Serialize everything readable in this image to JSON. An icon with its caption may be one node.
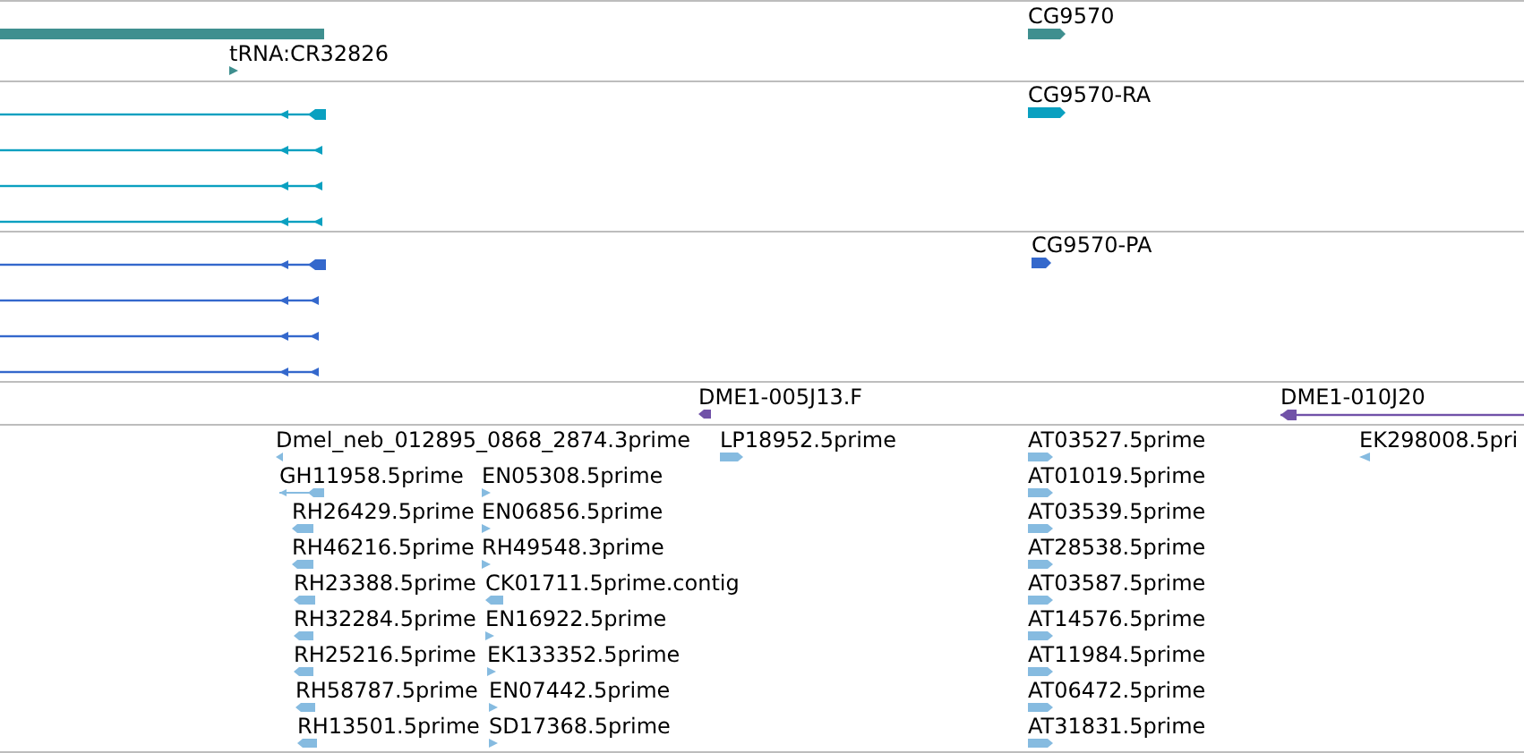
{
  "diagram": {
    "nodes": [
      {
        "text": [],
        "shape": "bar"
      },
      {
        "text": [
          "tRNA:CR32826"
        ]
      },
      {
        "text": [
          "CG9570"
        ]
      },
      {
        "text": [],
        "shape": "line"
      },
      {
        "text": [],
        "shape": "line"
      },
      {
        "text": [],
        "shape": "line"
      },
      {
        "text": [],
        "shape": "line"
      },
      {
        "text": [
          "CG9570-RA"
        ]
      },
      {
        "text": [],
        "shape": "line"
      },
      {
        "text": [],
        "shape": "line"
      },
      {
        "text": [],
        "shape": "line"
      },
      {
        "text": [],
        "shape": "line"
      },
      {
        "text": [
          "CG9570-PA"
        ]
      },
      {
        "text": [
          "DME1-005J13.F"
        ]
      },
      {
        "text": [
          "DME1-010J20"
        ]
      },
      {
        "text": [
          "Dmel_neb_012895_0868_2874.3prime"
        ]
      },
      {
        "text": [
          "LP18952.5prime"
        ]
      },
      {
        "text": [
          "AT03527.5prime"
        ]
      },
      {
        "text": [
          "EK298008.5pri"
        ]
      },
      {
        "text": [
          "GH11958.5prime"
        ]
      },
      {
        "text": [
          "EN05308.5prime"
        ]
      },
      {
        "text": [
          "AT01019.5prime"
        ]
      },
      {
        "text": [
          "RH26429.5prime"
        ]
      },
      {
        "text": [
          "EN06856.5prime"
        ]
      },
      {
        "text": [
          "AT03539.5prime"
        ]
      },
      {
        "text": [
          "RH46216.5prime"
        ]
      },
      {
        "text": [
          "RH49548.3prime"
        ]
      },
      {
        "text": [
          "AT28538.5prime"
        ]
      },
      {
        "text": [
          "RH23388.5prime"
        ]
      },
      {
        "text": [
          "CK01711.5prime.contig"
        ]
      },
      {
        "text": [
          "AT03587.5prime"
        ]
      },
      {
        "text": [
          "RH32284.5prime"
        ]
      },
      {
        "text": [
          "EN16922.5prime"
        ]
      },
      {
        "text": [
          "AT14576.5prime"
        ]
      },
      {
        "text": [
          "RH25216.5prime"
        ]
      },
      {
        "text": [
          "EK133352.5prime"
        ]
      },
      {
        "text": [
          "AT11984.5prime"
        ]
      },
      {
        "text": [
          "RH58787.5prime"
        ]
      },
      {
        "text": [
          "EN07442.5prime"
        ]
      },
      {
        "text": [
          "AT06472.5prime"
        ]
      },
      {
        "text": [
          "RH13501.5prime"
        ]
      },
      {
        "text": [
          "SD17368.5prime"
        ]
      },
      {
        "text": [
          "AT31831.5prime"
        ]
      }
    ]
  }
}
